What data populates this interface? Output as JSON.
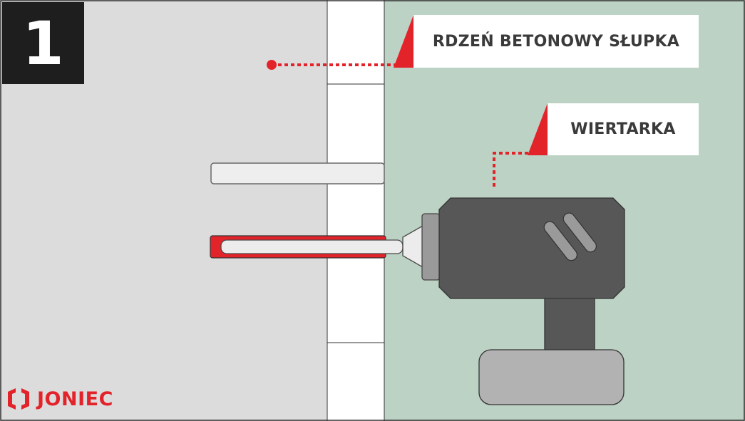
{
  "step": {
    "number": "1"
  },
  "labels": {
    "core": "RDZEŃ BETONOWY SŁUPKA",
    "drill": "WIERTARKA"
  },
  "brand": {
    "name": "JONIEC"
  },
  "colors": {
    "accent": "#e3232a",
    "concrete_core": "#dddcdd",
    "post_shell": "#ffffff",
    "background": "#bcd2c4",
    "drill_body": "#575757",
    "drill_battery": "#b2b2b2",
    "step_box": "#1e1e1e"
  },
  "icons": [
    "drill-icon",
    "drill-bit-icon",
    "anchor-rod-icon",
    "joniec-logo-icon"
  ]
}
